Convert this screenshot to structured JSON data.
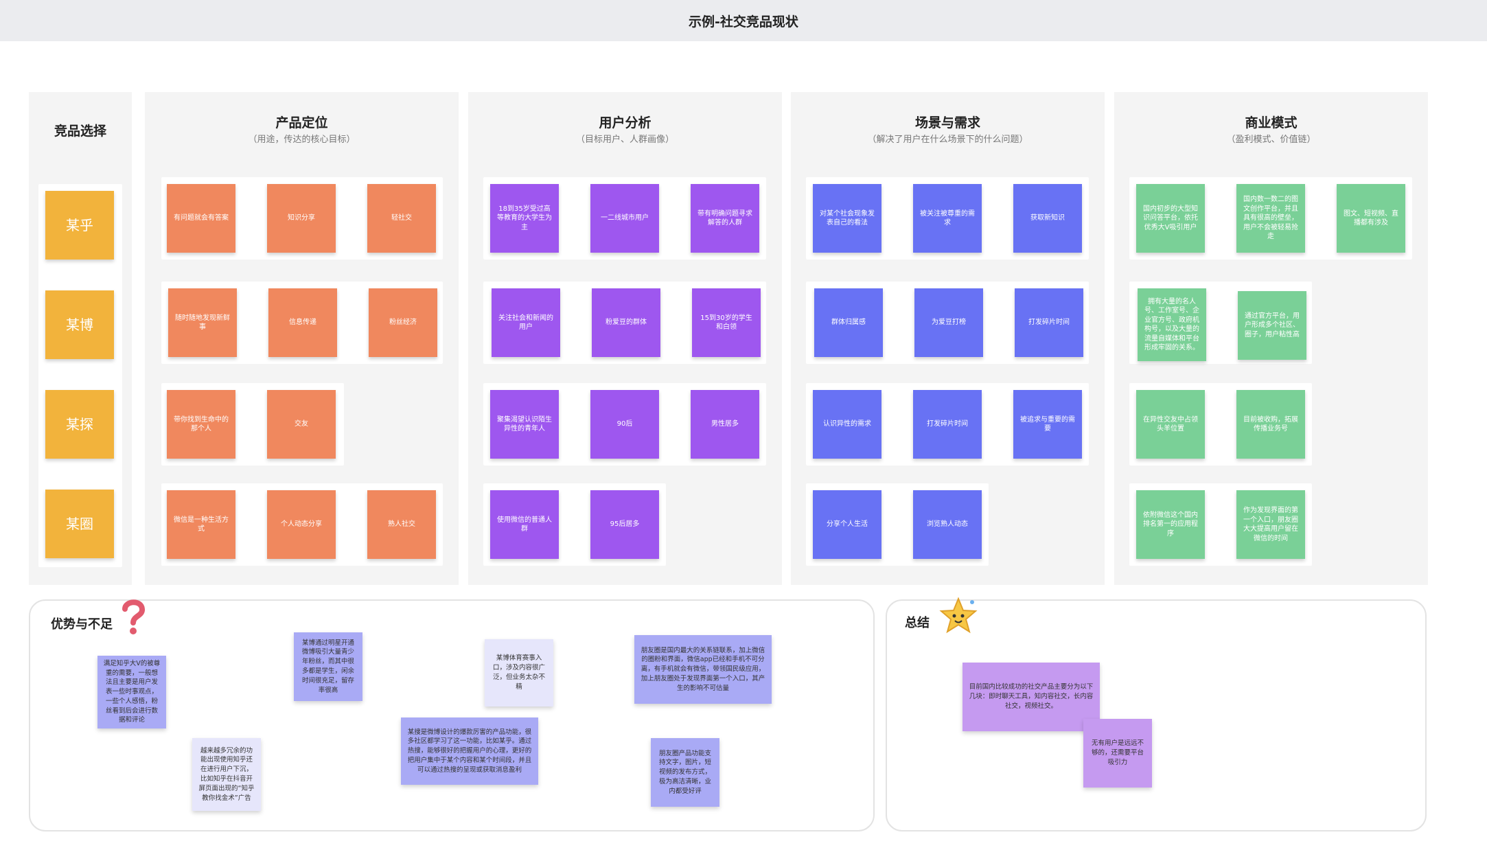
{
  "title": "示例-社交竞品现状",
  "colors": {
    "orange": "#f0885e",
    "purple": "#9e57ef",
    "blue": "#6872f4",
    "green": "#7ad097",
    "yellow": "#f2b33c"
  },
  "columns": {
    "choice": {
      "title": "竞品选择",
      "items": [
        "某乎",
        "某博",
        "某探",
        "某圈"
      ]
    },
    "positioning": {
      "title": "产品定位",
      "subtitle": "（用途，传达的核心目标）",
      "rows": [
        [
          "有问题就会有答案",
          "知识分享",
          "轻社交"
        ],
        [
          "随时随地发现新鲜事",
          "信息传递",
          "粉丝经济"
        ],
        [
          "带你找到生命中的那个人",
          "交友"
        ],
        [
          "微信是一种生活方式",
          "个人动态分享",
          "熟人社交"
        ]
      ]
    },
    "users": {
      "title": "用户分析",
      "subtitle": "（目标用户、人群画像）",
      "rows": [
        [
          "18到35岁受过高等教育的大学生为主",
          "一二线城市用户",
          "带有明确问题寻求解答的人群"
        ],
        [
          "关注社会和新闻的用户",
          "粉爱豆的群体",
          "15到30岁的学生和白领"
        ],
        [
          "聚集渴望认识陌生异性的青年人",
          "90后",
          "男性居多"
        ],
        [
          "使用微信的普通人群",
          "95后居多"
        ]
      ]
    },
    "scenes": {
      "title": "场景与需求",
      "subtitle": "（解决了用户在什么场景下的什么问题）",
      "rows": [
        [
          "对某个社会现象发表自己的看法",
          "被关注被尊重的需求",
          "获取新知识"
        ],
        [
          "群体归属感",
          "为爱豆打榜",
          "打发碎片时间"
        ],
        [
          "认识异性的需求",
          "打发碎片时间",
          "被追求与重要的需要"
        ],
        [
          "分享个人生活",
          "浏览熟人动态"
        ]
      ]
    },
    "business": {
      "title": "商业模式",
      "subtitle": "（盈利模式、价值链）",
      "rows": [
        [
          "国内初步的大型知识问答平台，依托优秀大V吸引用户",
          "国内数一数二的图文创作平台，并且具有很高的壁垒，用户不会被轻易抢走",
          "图文、短视频、直播都有涉及"
        ],
        [
          "拥有大量的名人号、工作室号、企业官方号、政府机构号，以及大量的流量自媒体和平台形成牢固的关系。",
          "通过官方平台，用户形成多个社区、圈子，用户粘性高"
        ],
        [
          "在异性交友中占领头羊位置",
          "目前被收购，拓展传播业务号"
        ],
        [
          "依附微信这个国内排名第一的应用程序",
          "作为发现界面的第一个入口，朋友圈大大提高用户留在微信的时间"
        ]
      ]
    }
  },
  "pros_cons": {
    "title": "优势与不足",
    "notes": [
      "满足知乎大V的被尊重的需要，一般想法且主要是用户发表一些时事观点，一些个人感悟，粉丝看到后会进行数据和评论",
      "某博通过明星开通微博吸引大量青少年粉丝，而其中很多都是学生，闲余时间很充足，留存率很高",
      "某博体育赛事入口，涉及内容很广泛，但业务太杂不精",
      "朋友圈是国内最大的关系链联系，加上微信的圈粉和界面，微信app已经和手机不可分离，有手机就会有微信，带领国民级应用，加上朋友圈处于发现界面第一个入口，其产生的影响不可估量",
      "越来越多冗余的功能出现使用知乎还在进行用户下沉，比如知乎在抖音开屏页面出现的“知乎教你找金术”广告",
      "某搜是微博设计的爆款厉害的产品功能，很多社区都学习了这一功能，比如某乎。通过热搜，能够很好的把握用户的心理，更好的把用户集中于某个内容和某个时间段，并且可以通过热搜的呈现或获取消息盈利",
      "朋友圈产品功能支持文字，图片，短视频的发布方式，极为高洁清晰，业内都受好评"
    ]
  },
  "summary": {
    "title": "总结",
    "notes": [
      "目前国内比较成功的社交产品主要分为以下几块：即时聊天工具，知内容社交，长内容社交，视频社交。",
      "无有用户是远远不够的，还需要平台吸引力"
    ]
  }
}
